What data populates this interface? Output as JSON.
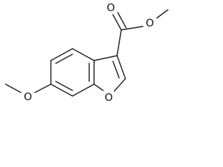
{
  "molecule": {
    "atom_labels": {
      "carbonyl_oxygen": "O",
      "ester_oxygen": "O",
      "furan_oxygen": "O",
      "methoxy_oxygen": "O"
    }
  },
  "colors": {
    "bond": "#1a1a1a",
    "background": "#ffffff"
  }
}
